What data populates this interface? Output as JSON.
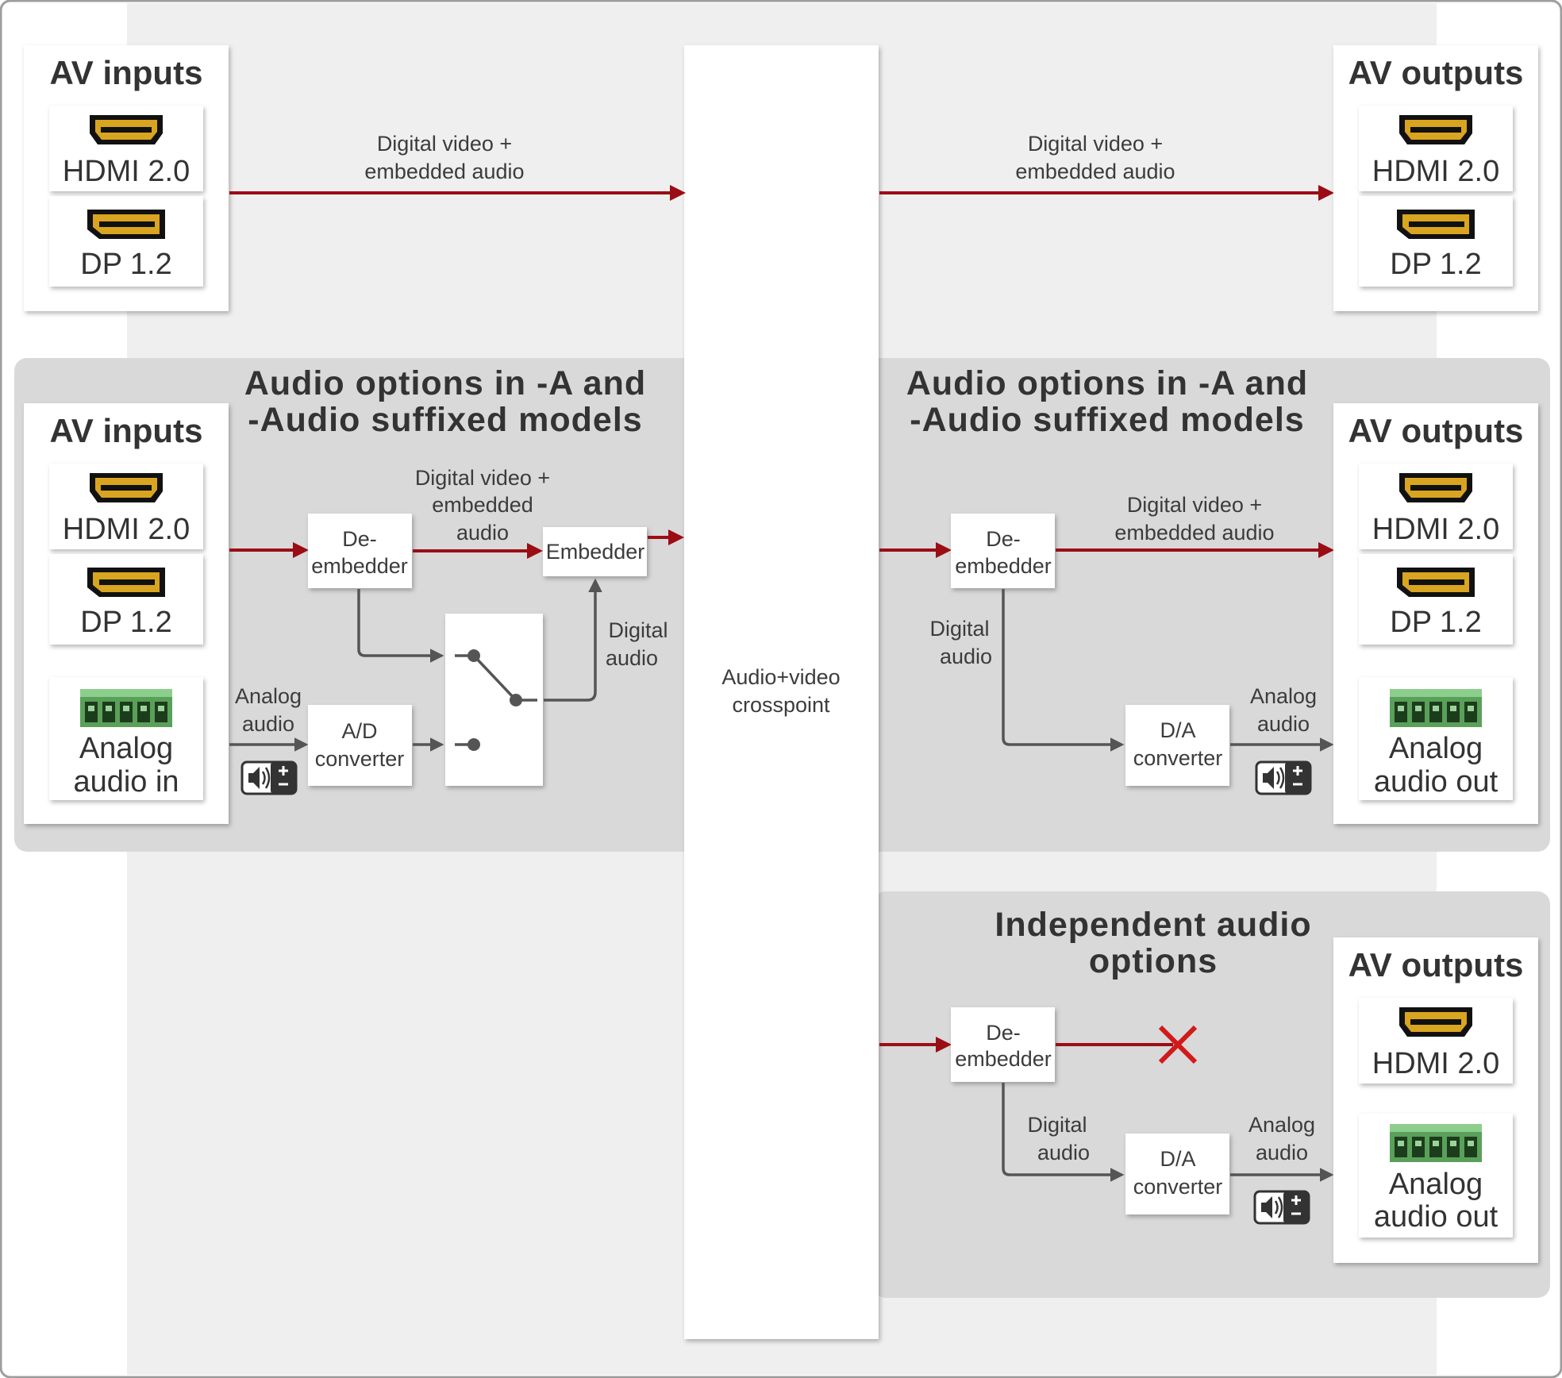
{
  "labels": {
    "av_inputs": "AV inputs",
    "av_outputs": "AV outputs",
    "hdmi": "HDMI 2.0",
    "dp": "DP 1.2",
    "analog_in_1": "Analog",
    "analog_in_2": "audio in",
    "analog_out_1": "Analog",
    "analog_out_2": "audio out",
    "dv_embedded_1": "Digital video +",
    "dv_embedded_2": "embedded audio",
    "embedded_word": "embedded",
    "audio_word": "audio",
    "digital_word": "Digital",
    "analog_word": "Analog",
    "de_1": "De-",
    "de_2": "embedder",
    "embedder": "Embedder",
    "ad_1": "A/D",
    "ad_2": "converter",
    "da_1": "D/A",
    "da_2": "converter",
    "crosspoint_1": "Audio+video",
    "crosspoint_2": "crosspoint",
    "section_audio_1": "Audio options in -A and",
    "section_audio_2": "-Audio suffixed models",
    "section_indep_1": "Independent audio",
    "section_indep_2": "options"
  },
  "icons": {
    "hdmi": "hdmi-connector-icon",
    "dp": "displayport-connector-icon",
    "phoenix": "phoenix-terminal-icon",
    "volume": "speaker-volume-icon",
    "blocked": "red-x-icon"
  },
  "colors": {
    "signal_red": "#9b0d14",
    "analog_grey": "#555555",
    "panel_grey": "#d9d9d9",
    "band_grey": "#efefef",
    "blocked_red": "#d11a1a",
    "terminal_green": "#3b8a3b"
  }
}
